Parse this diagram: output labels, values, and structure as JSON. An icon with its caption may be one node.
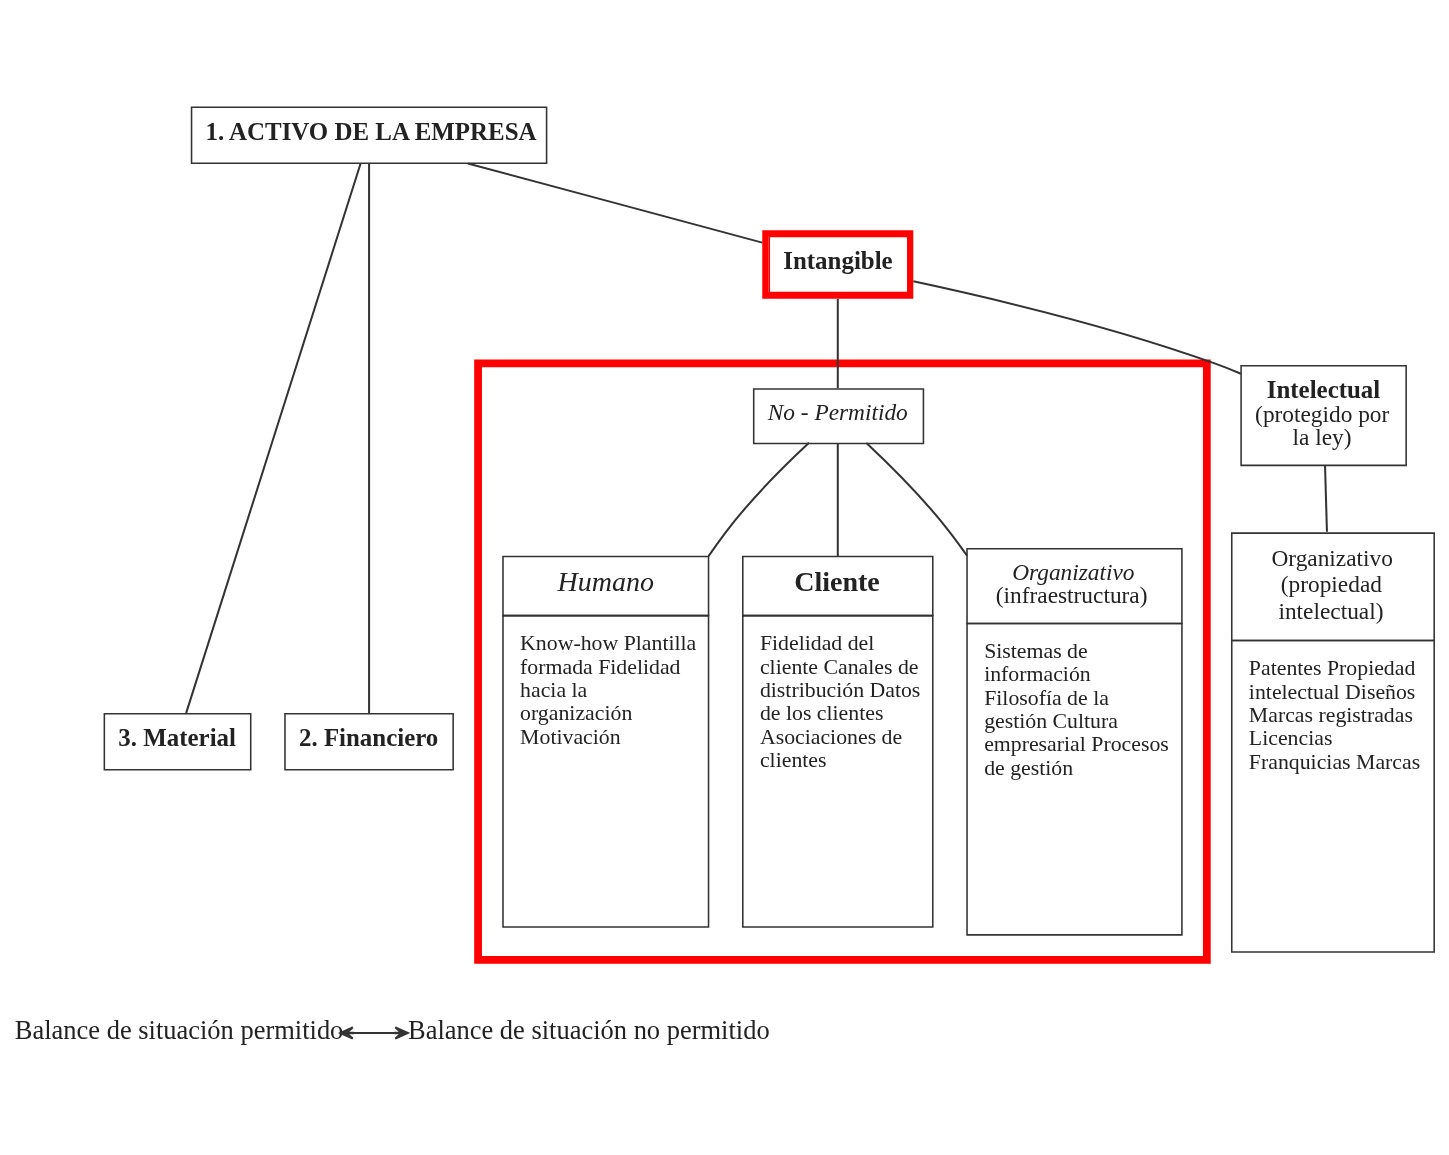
{
  "diagram": {
    "nodes": [
      {
        "text": [
          "1. ACTIVO DE LA EMPRESA"
        ]
      },
      {
        "text": [
          "3. Material"
        ]
      },
      {
        "text": [
          "2. Financiero"
        ]
      },
      {
        "text": [
          "Intangible"
        ]
      },
      {
        "text": [],
        "shape": "box"
      },
      {
        "text": [
          "Intelectual",
          "(protegido por la ley)"
        ]
      },
      {
        "text": [
          "Organizativo (propiedad intelectual)",
          "Patentes Propiedad intelectual Diseños Marcas registradas Licencias Franquicias Marcas"
        ]
      },
      {
        "text": [
          "No - Permitido"
        ],
        "in": 4
      },
      {
        "text": [
          "Humano",
          "Know-how Plantilla formada Fidelidad hacia la organización Motivación"
        ],
        "in": 4
      },
      {
        "text": [
          "Cliente",
          "Fidelidad del cliente Canales de distribución Datos de los clientes Asociaciones de clientes"
        ],
        "in": 4
      },
      {
        "text": [
          "Organizativo",
          "(infraestructura)",
          "Sistemas de información Filosofía de la gestión Cultura empresarial Procesos de gestión"
        ],
        "in": 4
      },
      {
        "text": [
          "Balance de situación permitido"
        ]
      },
      {
        "text": [
          "Balance de situación no permitido"
        ]
      }
    ],
    "edges": [
      {
        "from": 0,
        "to": 1,
        "arrow": "none"
      },
      {
        "from": 0,
        "to": 2,
        "arrow": "none"
      },
      {
        "from": 0,
        "to": 3,
        "arrow": "none"
      },
      {
        "from": 3,
        "to": 5,
        "arrow": "none"
      },
      {
        "from": 3,
        "to": 7,
        "arrow": "none"
      },
      {
        "from": 5,
        "to": 6,
        "arrow": "none"
      },
      {
        "from": 7,
        "to": 8,
        "arrow": "none"
      },
      {
        "from": 7,
        "to": 9,
        "arrow": "none"
      },
      {
        "from": 7,
        "to": 10,
        "arrow": "none"
      },
      {
        "from": 11,
        "to": 12,
        "arrow": "both"
      }
    ]
  }
}
